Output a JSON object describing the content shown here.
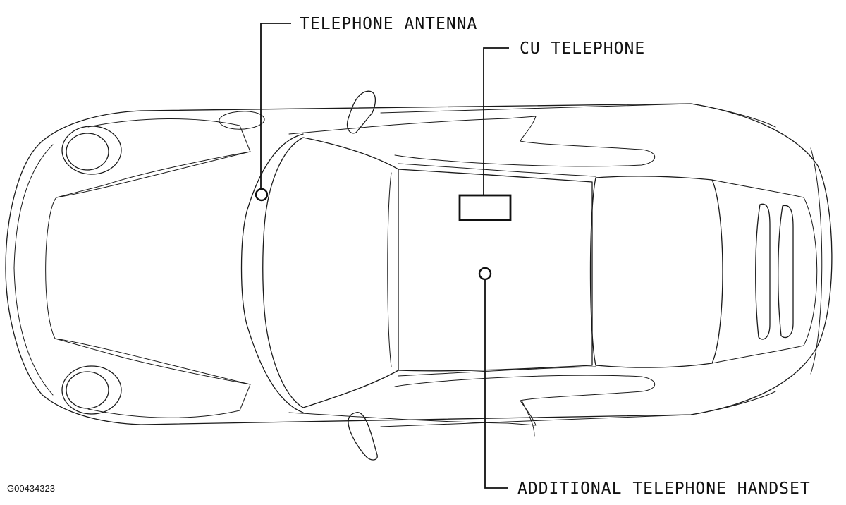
{
  "labels": {
    "telephone_antenna": "TELEPHONE ANTENNA",
    "cu_telephone": "CU TELEPHONE",
    "additional_handset": "ADDITIONAL TELEPHONE HANDSET"
  },
  "figure_id": "G00434323",
  "colors": {
    "line": "#1a1a1a",
    "background": "#ffffff"
  }
}
